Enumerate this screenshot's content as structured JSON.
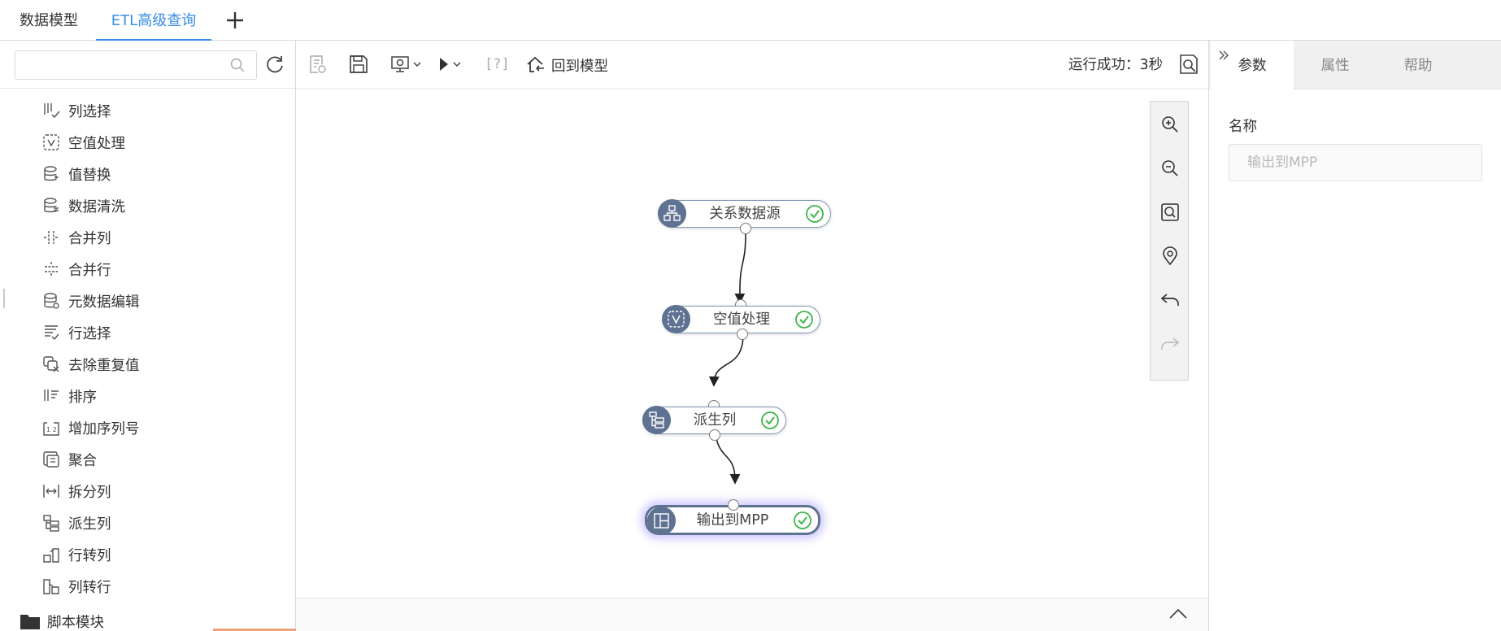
{
  "tabs": [
    {
      "label": "数据模型",
      "active": false
    },
    {
      "label": "ETL高级查询",
      "active": true
    }
  ],
  "left_panel": {
    "search": {
      "value": "",
      "placeholder": ""
    },
    "items": [
      {
        "label": "列选择",
        "icon": "column-select-icon"
      },
      {
        "label": "空值处理",
        "icon": "null-handling-icon"
      },
      {
        "label": "值替换",
        "icon": "value-replace-icon"
      },
      {
        "label": "数据清洗",
        "icon": "data-clean-icon"
      },
      {
        "label": "合并列",
        "icon": "merge-columns-icon"
      },
      {
        "label": "合并行",
        "icon": "merge-rows-icon"
      },
      {
        "label": "元数据编辑",
        "icon": "metadata-edit-icon"
      },
      {
        "label": "行选择",
        "icon": "row-select-icon"
      },
      {
        "label": "去除重复值",
        "icon": "dedupe-icon"
      },
      {
        "label": "排序",
        "icon": "sort-icon"
      },
      {
        "label": "增加序列号",
        "icon": "add-serial-icon"
      },
      {
        "label": "聚合",
        "icon": "aggregate-icon"
      },
      {
        "label": "拆分列",
        "icon": "split-column-icon"
      },
      {
        "label": "派生列",
        "icon": "derived-column-icon"
      },
      {
        "label": "行转列",
        "icon": "row-to-column-icon"
      },
      {
        "label": "列转行",
        "icon": "column-to-row-icon"
      }
    ],
    "folder": {
      "label": "脚本模块",
      "icon": "folder-icon"
    }
  },
  "toolbar": {
    "back_label": "回到模型",
    "help_label": "[?]",
    "status": "运行成功：3秒"
  },
  "flow": {
    "nodes": [
      {
        "label": "关系数据源",
        "icon": "relational-source-icon",
        "status": "success"
      },
      {
        "label": "空值处理",
        "icon": "null-handling-icon",
        "status": "success"
      },
      {
        "label": "派生列",
        "icon": "derived-column-icon",
        "status": "success"
      },
      {
        "label": "输出到MPP",
        "icon": "output-mpp-icon",
        "status": "success"
      }
    ],
    "selected": "输出到MPP"
  },
  "right_panel": {
    "tabs": [
      {
        "label": "参数",
        "active": true
      },
      {
        "label": "属性",
        "active": false
      },
      {
        "label": "帮助",
        "active": false
      }
    ],
    "field_label": "名称",
    "name_placeholder": "输出到MPP"
  },
  "colors": {
    "accent": "#3a8ee6",
    "node_border": "#7f98b4",
    "node_icon_bg": "#5f7292",
    "success": "#3fb64b",
    "selected_glow": "#968cff"
  }
}
